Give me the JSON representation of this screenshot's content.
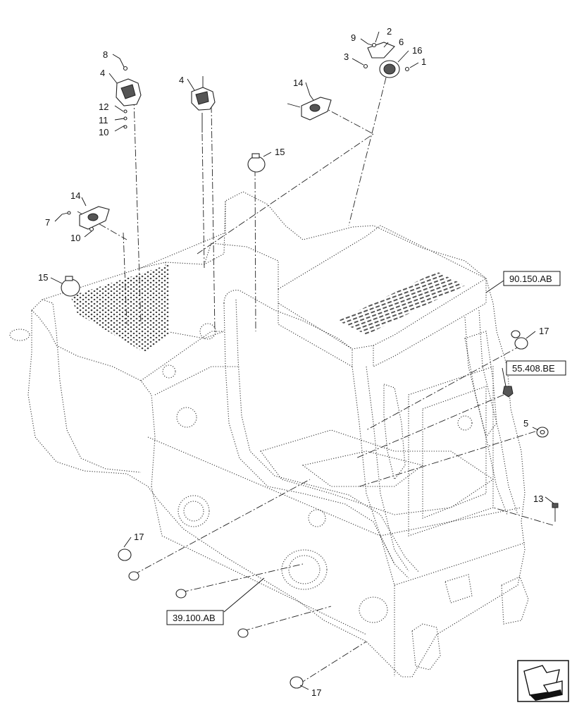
{
  "callouts": {
    "c8": "8",
    "c4a": "4",
    "c12": "12",
    "c11": "11",
    "c10a": "10",
    "c4b": "4",
    "c9": "9",
    "c2": "2",
    "c6": "6",
    "c3": "3",
    "c16": "16",
    "c1": "1",
    "c14a": "14",
    "c15a": "15",
    "c14b": "14",
    "c7": "7",
    "c10b": "10",
    "c15b": "15",
    "c17a": "17",
    "c5": "5",
    "c13": "13",
    "c17b": "17",
    "c17c": "17"
  },
  "references": {
    "r90150": "90.150.AB",
    "r55408": "55.408.BE",
    "r39100": "39.100.AB"
  },
  "nav_icon": "page-arrow-icon"
}
